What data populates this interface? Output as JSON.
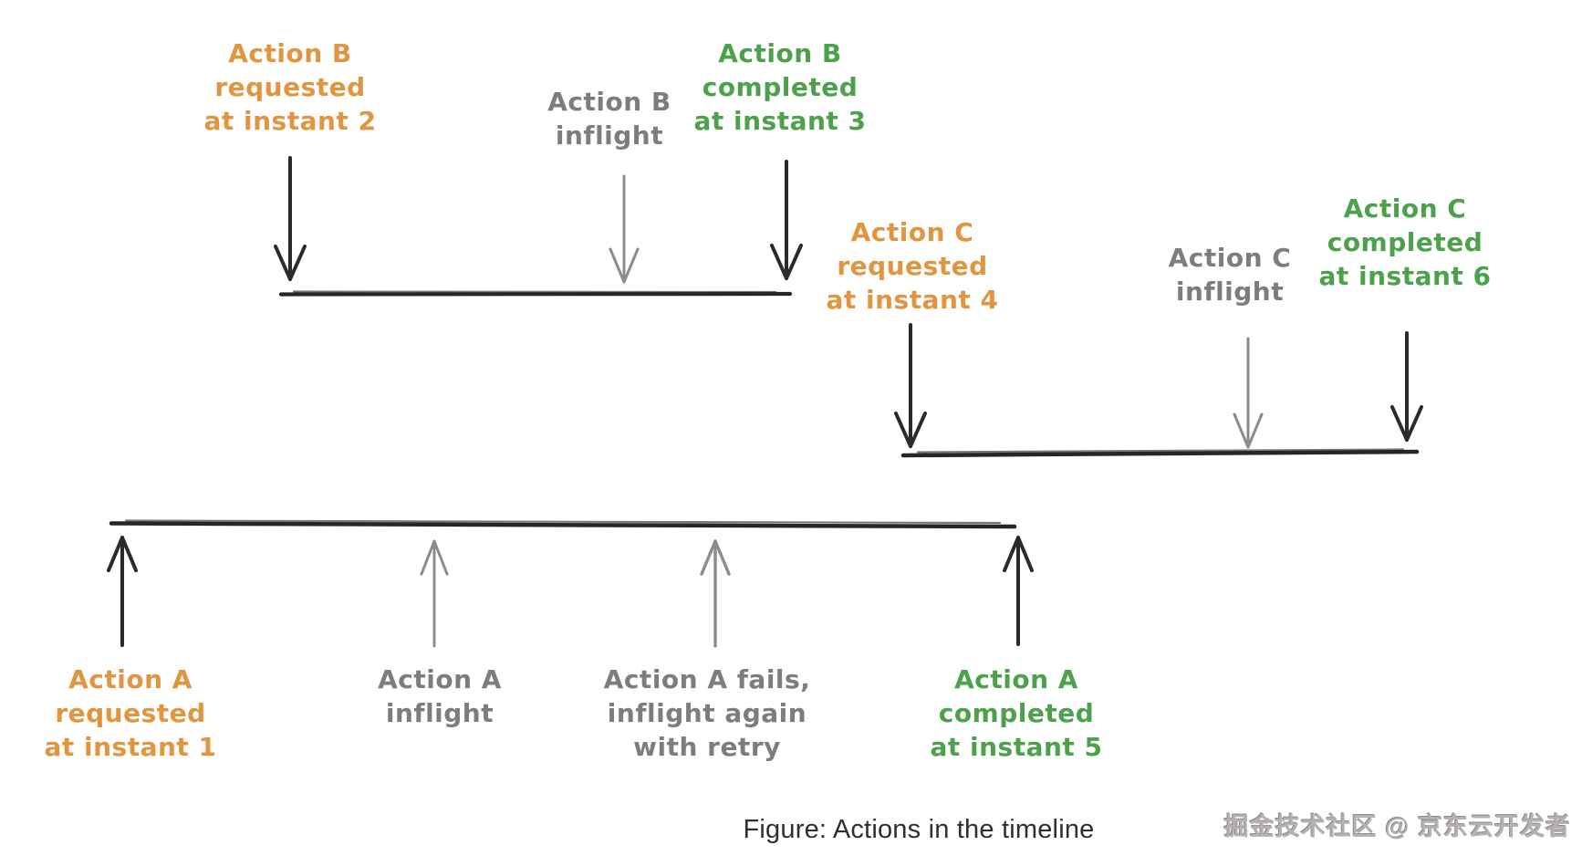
{
  "palette": {
    "orange": "#e2953f",
    "green": "#4ba24b",
    "gray": "#7d7d7d",
    "ink": "#2a2a2a",
    "sketch": "#8c8c8c",
    "caption_ink": "#2f2f2f",
    "watermark_gray": "#b5b1b1"
  },
  "labels": {
    "b_requested": {
      "text": "Action B\nrequested\nat instant 2",
      "color": "orange"
    },
    "b_inflight": {
      "text": "Action B\ninflight",
      "color": "gray"
    },
    "b_completed": {
      "text": "Action B\ncompleted\nat instant 3",
      "color": "green"
    },
    "c_requested": {
      "text": "Action C\nrequested\nat instant 4",
      "color": "orange"
    },
    "c_inflight": {
      "text": "Action C\ninflight",
      "color": "gray"
    },
    "c_completed": {
      "text": "Action C\ncompleted\nat instant 6",
      "color": "green"
    },
    "a_requested": {
      "text": "Action A\nrequested\nat instant 1",
      "color": "orange"
    },
    "a_inflight": {
      "text": "Action A\ninflight",
      "color": "gray"
    },
    "a_fails": {
      "text": "Action A fails,\ninflight again\nwith retry",
      "color": "gray"
    },
    "a_completed": {
      "text": "Action A\ncompleted\nat instant 5",
      "color": "green"
    }
  },
  "caption": "Figure: Actions in the timeline",
  "watermark": "掘金技术社区 @ 京东云开发者"
}
